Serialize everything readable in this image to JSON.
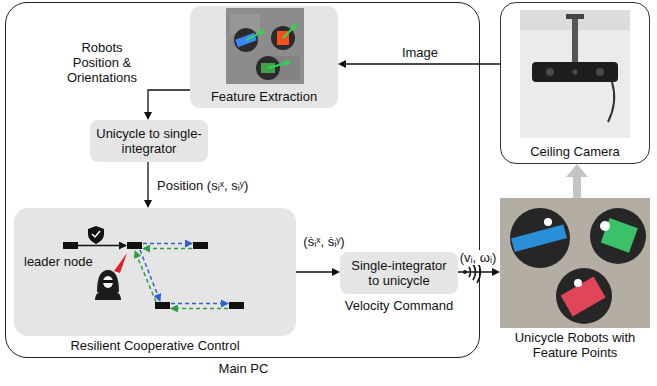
{
  "diagram": {
    "nodes": [
      {
        "text": [
          "Main PC"
        ]
      },
      {
        "text": [
          "Feature Extraction"
        ],
        "in": 0
      },
      {
        "text": [
          "Unicycle to single-integrator"
        ],
        "in": 0
      },
      {
        "text": [
          "Resilient Cooperative Control"
        ],
        "in": 0
      },
      {
        "text": [
          "Single-integrator to unicycle"
        ],
        "in": 0
      },
      {
        "text": [
          "Ceiling Camera"
        ]
      },
      {
        "text": [
          "Unicycle Robots with Feature Points"
        ]
      }
    ],
    "edges": [
      {
        "from": 5,
        "to": 1,
        "arrow": "to",
        "label": "Image"
      },
      {
        "from": 1,
        "to": 2,
        "arrow": "to",
        "label": "Robots Position & Orientations"
      },
      {
        "from": 2,
        "to": 3,
        "arrow": "to",
        "label": "Position (sᵢˣ, sᵢʸ)"
      },
      {
        "from": 3,
        "to": 4,
        "arrow": "to",
        "label": "(ṡᵢˣ, ṡᵢʸ)"
      },
      {
        "from": 4,
        "to": 6,
        "arrow": "to",
        "label": "(vᵢ, ωᵢ)"
      },
      {
        "from": 6,
        "to": 5,
        "arrow": "to"
      }
    ],
    "labels": [
      "leader node",
      "Velocity Command"
    ]
  }
}
